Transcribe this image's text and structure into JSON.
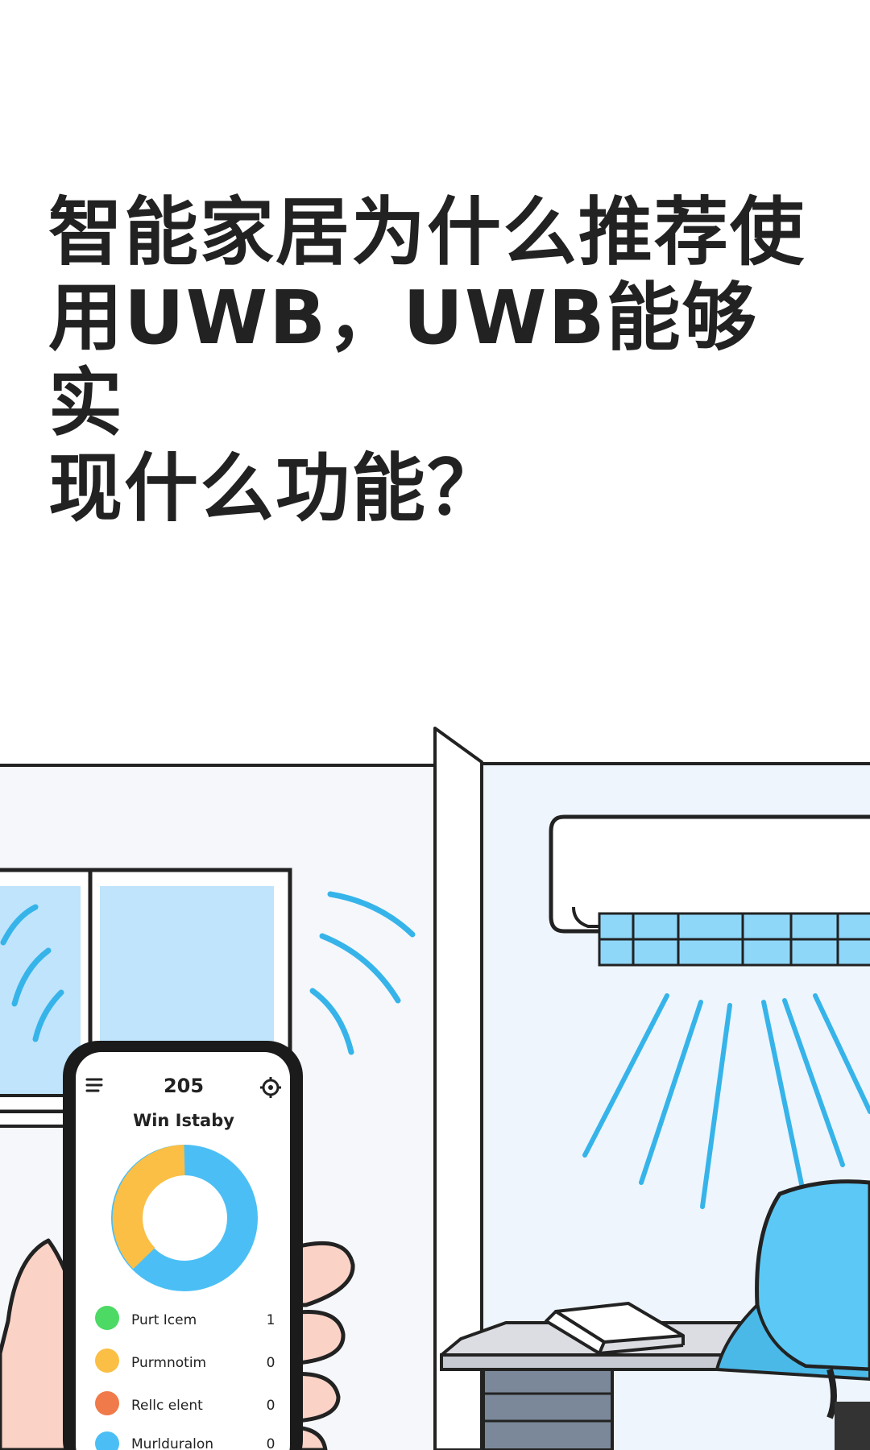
{
  "headline": {
    "line1": "智能家居为什么推荐使",
    "line2": "用UWB，UWB能够实",
    "line3": "现什么功能？"
  },
  "phone_app": {
    "menu_icon": "hamburger-menu-icon",
    "header_value": "205",
    "settings_icon": "gear-icon",
    "title": "Win Istaby",
    "donut": {
      "segments": [
        {
          "color": "#4bbff5",
          "fraction": 0.6
        },
        {
          "color": "#fbbf45",
          "fraction": 0.4
        }
      ]
    },
    "list": [
      {
        "label": "Purt Icem",
        "value": "1",
        "color": "#4cd964"
      },
      {
        "label": "Purmnotim",
        "value": "0",
        "color": "#fbbf45"
      },
      {
        "label": "Rellc elent",
        "value": "0",
        "color": "#f07a4a"
      },
      {
        "label": "Murlduralon",
        "value": "0",
        "color": "#4bbff5"
      }
    ]
  },
  "colors": {
    "outline": "#222222",
    "signal_blue": "#36b4ea",
    "window_glass": "#bfe4fb",
    "chair_blue": "#5cc8f5",
    "skin": "#fbd2c6",
    "wall": "#f3f7fb"
  }
}
